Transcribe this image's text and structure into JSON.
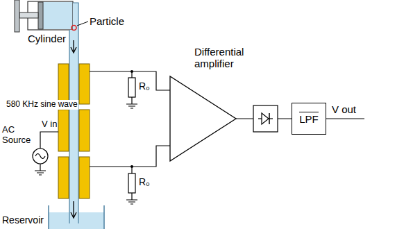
{
  "diagram": {
    "nodes": [
      {
        "text": [
          "Differential amplifier"
        ]
      },
      {
        "text": [
          "LPF"
        ]
      }
    ],
    "labels": [
      "Cylinder",
      "Particle",
      "580 KHz sine wave",
      "V in",
      "AC Source",
      "R₀",
      "R₀",
      "V out",
      "Reservoir"
    ]
  }
}
